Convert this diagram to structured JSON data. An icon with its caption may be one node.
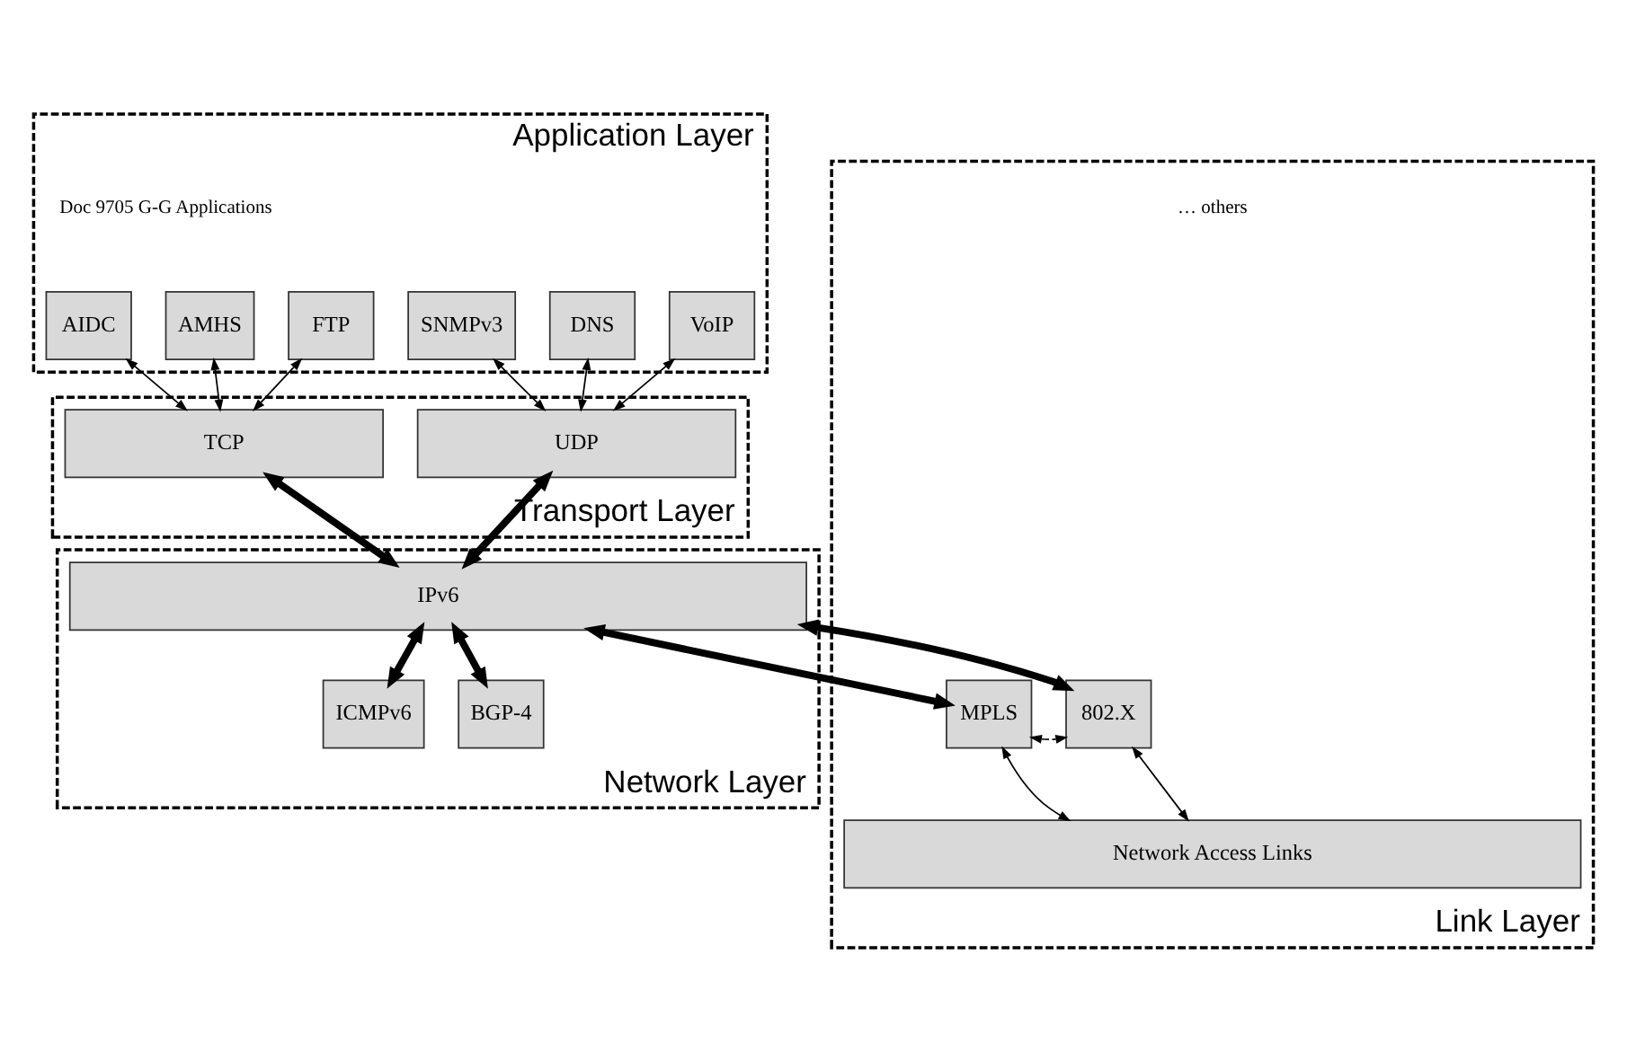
{
  "diagram": {
    "nodes": [
      {
        "text": [
          "Application Layer"
        ]
      },
      {
        "text": [
          "AIDC"
        ],
        "in": 0
      },
      {
        "text": [
          "AMHS"
        ],
        "in": 0
      },
      {
        "text": [
          "FTP"
        ],
        "in": 0
      },
      {
        "text": [
          "SNMPv3"
        ],
        "in": 0
      },
      {
        "text": [
          "DNS"
        ],
        "in": 0
      },
      {
        "text": [
          "VoIP"
        ],
        "in": 0
      },
      {
        "text": [
          "Transport Layer"
        ]
      },
      {
        "text": [
          "TCP"
        ],
        "in": 7
      },
      {
        "text": [
          "UDP"
        ],
        "in": 7
      },
      {
        "text": [
          "Network Layer"
        ]
      },
      {
        "text": [
          "IPv6"
        ],
        "in": 10
      },
      {
        "text": [
          "ICMPv6"
        ],
        "in": 10
      },
      {
        "text": [
          "BGP-4"
        ],
        "in": 10
      },
      {
        "text": [
          "Link Layer"
        ]
      },
      {
        "text": [
          "MPLS"
        ],
        "in": 14
      },
      {
        "text": [
          "802.X"
        ],
        "in": 14
      },
      {
        "text": [
          "Network Access Links"
        ],
        "in": 14
      }
    ],
    "edges": [
      {
        "from": 1,
        "to": 8,
        "arrow": "both"
      },
      {
        "from": 2,
        "to": 8,
        "arrow": "both"
      },
      {
        "from": 3,
        "to": 8,
        "arrow": "both"
      },
      {
        "from": 4,
        "to": 9,
        "arrow": "both"
      },
      {
        "from": 5,
        "to": 9,
        "arrow": "both"
      },
      {
        "from": 6,
        "to": 9,
        "arrow": "both"
      },
      {
        "from": 8,
        "to": 11,
        "arrow": "both",
        "style": "thick"
      },
      {
        "from": 9,
        "to": 11,
        "arrow": "both",
        "style": "thick"
      },
      {
        "from": 11,
        "to": 12,
        "arrow": "both",
        "style": "thick"
      },
      {
        "from": 11,
        "to": 13,
        "arrow": "both",
        "style": "thick"
      },
      {
        "from": 11,
        "to": 15,
        "arrow": "both",
        "style": "thick"
      },
      {
        "from": 11,
        "to": 16,
        "arrow": "both",
        "style": "thick"
      },
      {
        "from": 15,
        "to": 16,
        "arrow": "both",
        "style": "dashed"
      },
      {
        "from": 15,
        "to": 17,
        "arrow": "both"
      },
      {
        "from": 16,
        "to": 17,
        "arrow": "both"
      }
    ],
    "labels": [
      "Doc 9705 G-G Applications",
      "… others"
    ]
  }
}
